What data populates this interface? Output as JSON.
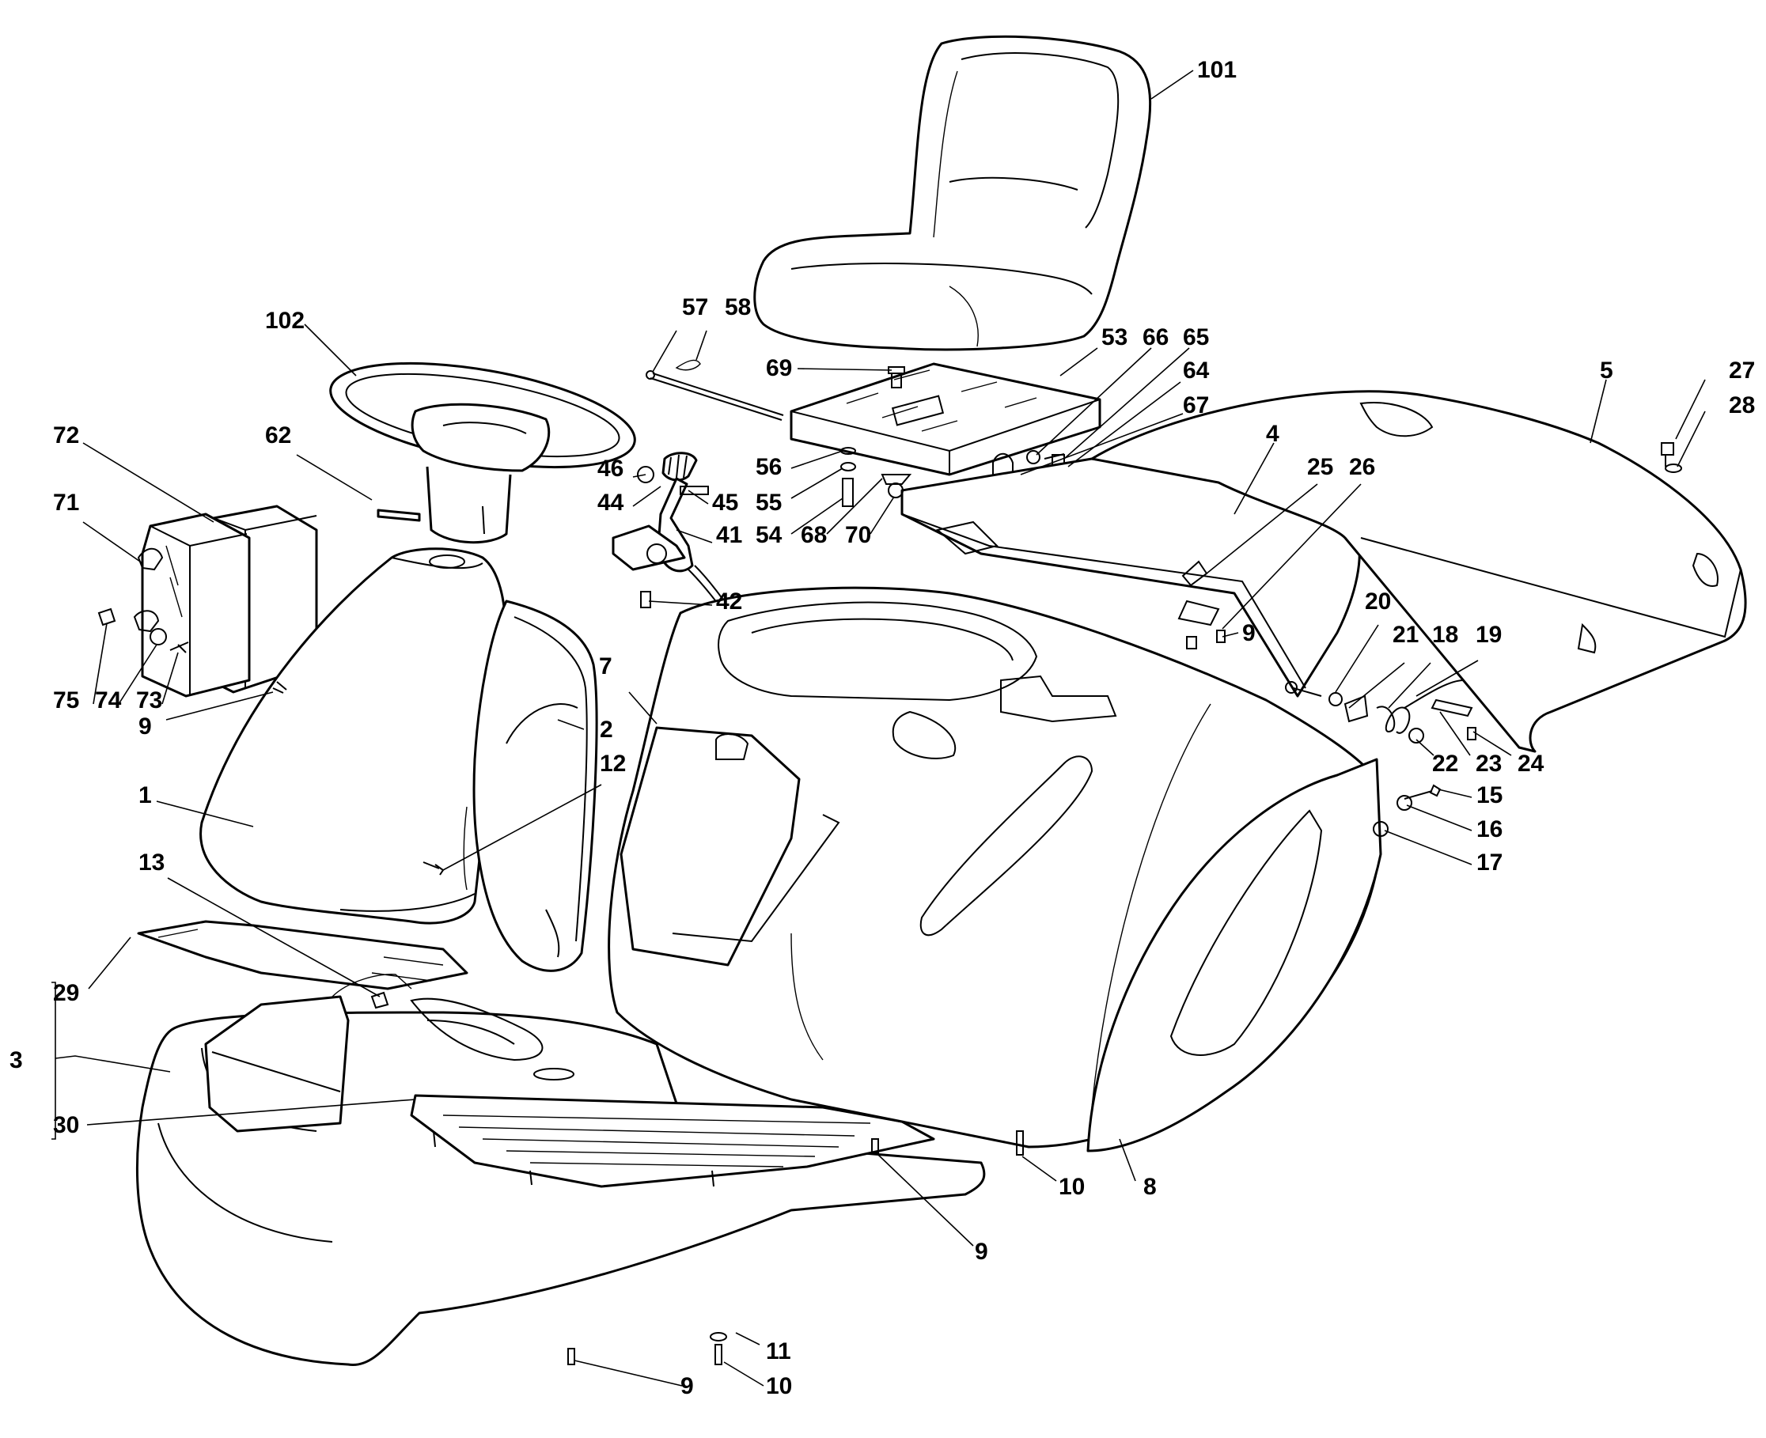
{
  "diagram": {
    "type": "exploded-parts-diagram",
    "colors": {
      "line": "#000000",
      "background": "#ffffff"
    },
    "callouts": [
      {
        "id": "c101",
        "text": "101"
      },
      {
        "id": "c102",
        "text": "102"
      },
      {
        "id": "c57",
        "text": "57"
      },
      {
        "id": "c58",
        "text": "58"
      },
      {
        "id": "c69",
        "text": "69"
      },
      {
        "id": "c53",
        "text": "53"
      },
      {
        "id": "c66",
        "text": "66"
      },
      {
        "id": "c65",
        "text": "65"
      },
      {
        "id": "c64",
        "text": "64"
      },
      {
        "id": "c67",
        "text": "67"
      },
      {
        "id": "c5",
        "text": "5"
      },
      {
        "id": "c27",
        "text": "27"
      },
      {
        "id": "c28",
        "text": "28"
      },
      {
        "id": "c72",
        "text": "72"
      },
      {
        "id": "c62",
        "text": "62"
      },
      {
        "id": "c46",
        "text": "46"
      },
      {
        "id": "c44",
        "text": "44"
      },
      {
        "id": "c45",
        "text": "45"
      },
      {
        "id": "c41",
        "text": "41"
      },
      {
        "id": "c42",
        "text": "42"
      },
      {
        "id": "c56",
        "text": "56"
      },
      {
        "id": "c55",
        "text": "55"
      },
      {
        "id": "c54",
        "text": "54"
      },
      {
        "id": "c68",
        "text": "68"
      },
      {
        "id": "c70",
        "text": "70"
      },
      {
        "id": "c4",
        "text": "4"
      },
      {
        "id": "c25",
        "text": "25"
      },
      {
        "id": "c26",
        "text": "26"
      },
      {
        "id": "c71",
        "text": "71"
      },
      {
        "id": "c75",
        "text": "75"
      },
      {
        "id": "c74",
        "text": "74"
      },
      {
        "id": "c73",
        "text": "73"
      },
      {
        "id": "c9a",
        "text": "9"
      },
      {
        "id": "c9b",
        "text": "9"
      },
      {
        "id": "c20",
        "text": "20"
      },
      {
        "id": "c21",
        "text": "21"
      },
      {
        "id": "c18",
        "text": "18"
      },
      {
        "id": "c19",
        "text": "19"
      },
      {
        "id": "c7",
        "text": "7"
      },
      {
        "id": "c2",
        "text": "2"
      },
      {
        "id": "c12",
        "text": "12"
      },
      {
        "id": "c1",
        "text": "1"
      },
      {
        "id": "c22",
        "text": "22"
      },
      {
        "id": "c23",
        "text": "23"
      },
      {
        "id": "c24",
        "text": "24"
      },
      {
        "id": "c15",
        "text": "15"
      },
      {
        "id": "c16",
        "text": "16"
      },
      {
        "id": "c17",
        "text": "17"
      },
      {
        "id": "c13",
        "text": "13"
      },
      {
        "id": "c29",
        "text": "29"
      },
      {
        "id": "c3",
        "text": "3"
      },
      {
        "id": "c30",
        "text": "30"
      },
      {
        "id": "c10a",
        "text": "10"
      },
      {
        "id": "c8",
        "text": "8"
      },
      {
        "id": "c9c",
        "text": "9"
      },
      {
        "id": "c11",
        "text": "11"
      },
      {
        "id": "c9d",
        "text": "9"
      },
      {
        "id": "c10b",
        "text": "10"
      }
    ]
  }
}
